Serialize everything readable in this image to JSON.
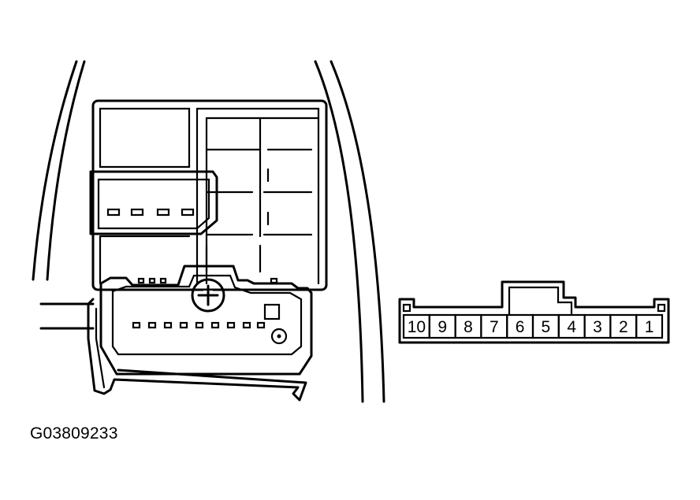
{
  "figure_code": "G03809233",
  "connector_pins": [
    "10",
    "9",
    "8",
    "7",
    "6",
    "5",
    "4",
    "3",
    "2",
    "1"
  ]
}
